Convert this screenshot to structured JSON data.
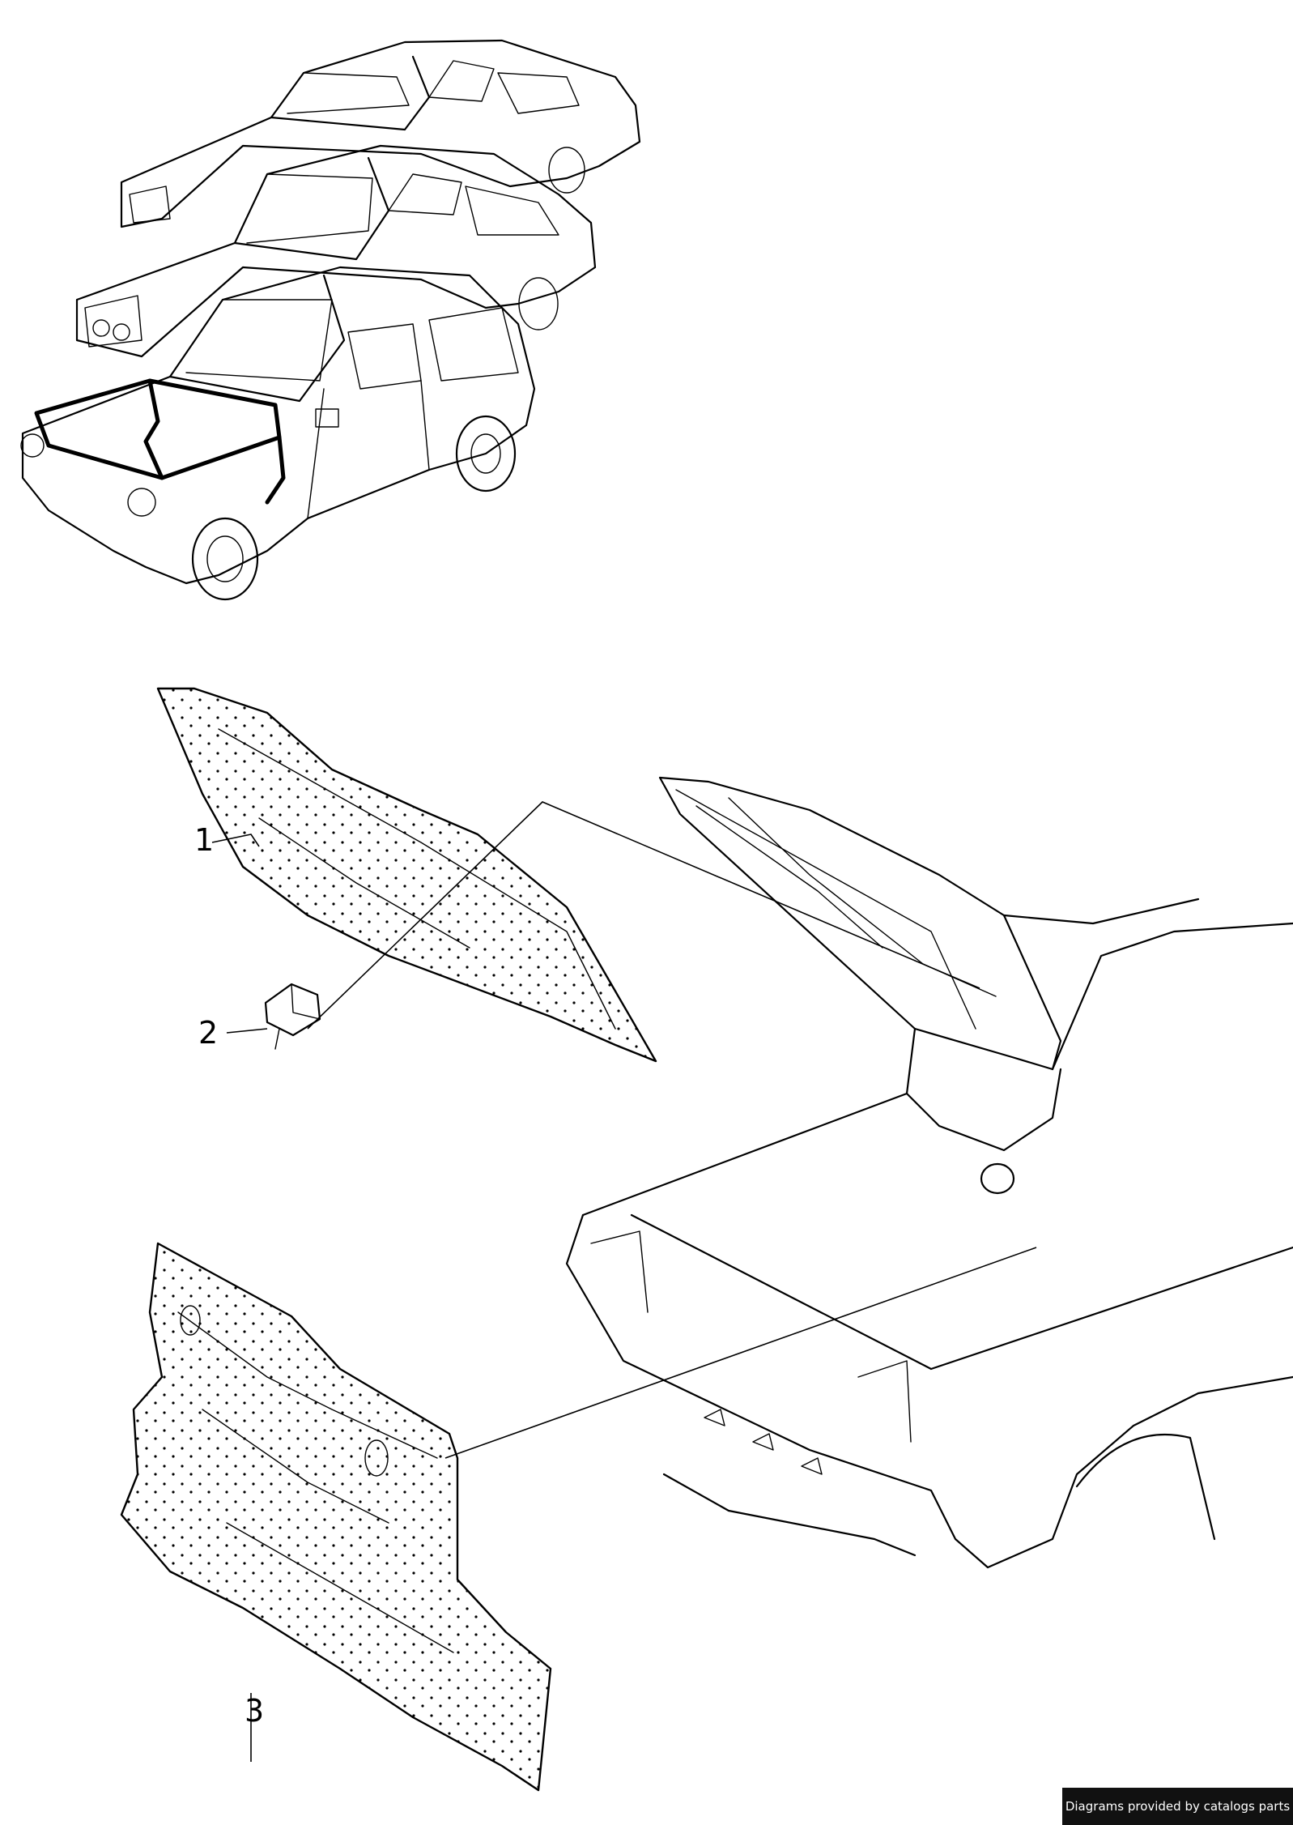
{
  "callouts": [
    {
      "number": "1",
      "part": "insulation-pad-hood"
    },
    {
      "number": "2",
      "part": "clip"
    },
    {
      "number": "3",
      "part": "insulation-pad-bulkhead"
    }
  ],
  "footer": {
    "credit": "Diagrams provided by catalogs parts"
  }
}
